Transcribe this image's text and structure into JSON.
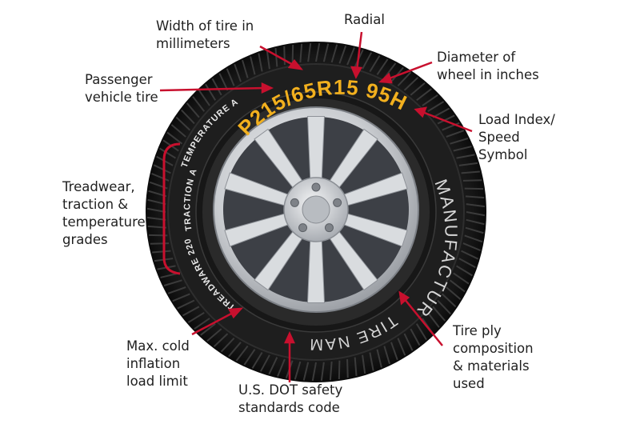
{
  "tire": {
    "size_code": "P215/65R15 95H",
    "sidewall_text": {
      "temperature": "TEMPERATURE A",
      "traction": "TRACTION A",
      "treadwear": "TREADWARE 220",
      "manufacturer": "MANUFACTURER",
      "tire_name": "TIRE NAME"
    }
  },
  "callouts": {
    "width": "Width of tire in\nmillimeters",
    "radial": "Radial",
    "diameter": "Diameter of\nwheel in inches",
    "passenger": "Passenger\nvehicle tire",
    "load_speed": "Load Index/\nSpeed\nSymbol",
    "grades": "Treadwear,\ntraction &\ntemperature\ngrades",
    "max_cold": "Max. cold\ninflation\nload limit",
    "dot": "U.S. DOT safety\nstandards code",
    "ply": "Tire ply\ncomposition\n& materials\nused"
  },
  "colors": {
    "arrow": "#c8102e",
    "size_code": "#f2b01e",
    "sidewall_text": "#e9e9e9",
    "rubber": "#1c1c1c",
    "rim": "#c9ccd0"
  }
}
